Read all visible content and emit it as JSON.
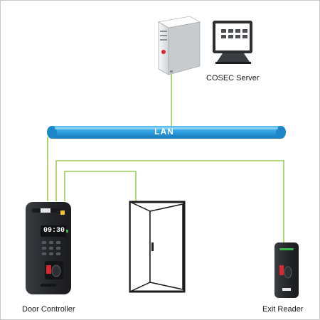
{
  "labels": {
    "lan": "LAN",
    "server": "COSEC Server",
    "door_controller": "Door Controller",
    "exit_reader": "Exit Reader",
    "clock": "09:30"
  },
  "colors": {
    "wire": "#9ccb52",
    "lan_bus": "#2d9ee0",
    "device_body": "#2b2d31",
    "server_case": "#eceeef",
    "monitor_screen": "#ffffff"
  },
  "icons": {
    "server": "tower-server-icon",
    "monitor": "touch-monitor-icon",
    "door": "open-door-icon",
    "controller": "door-controller-icon",
    "reader": "exit-reader-icon"
  }
}
